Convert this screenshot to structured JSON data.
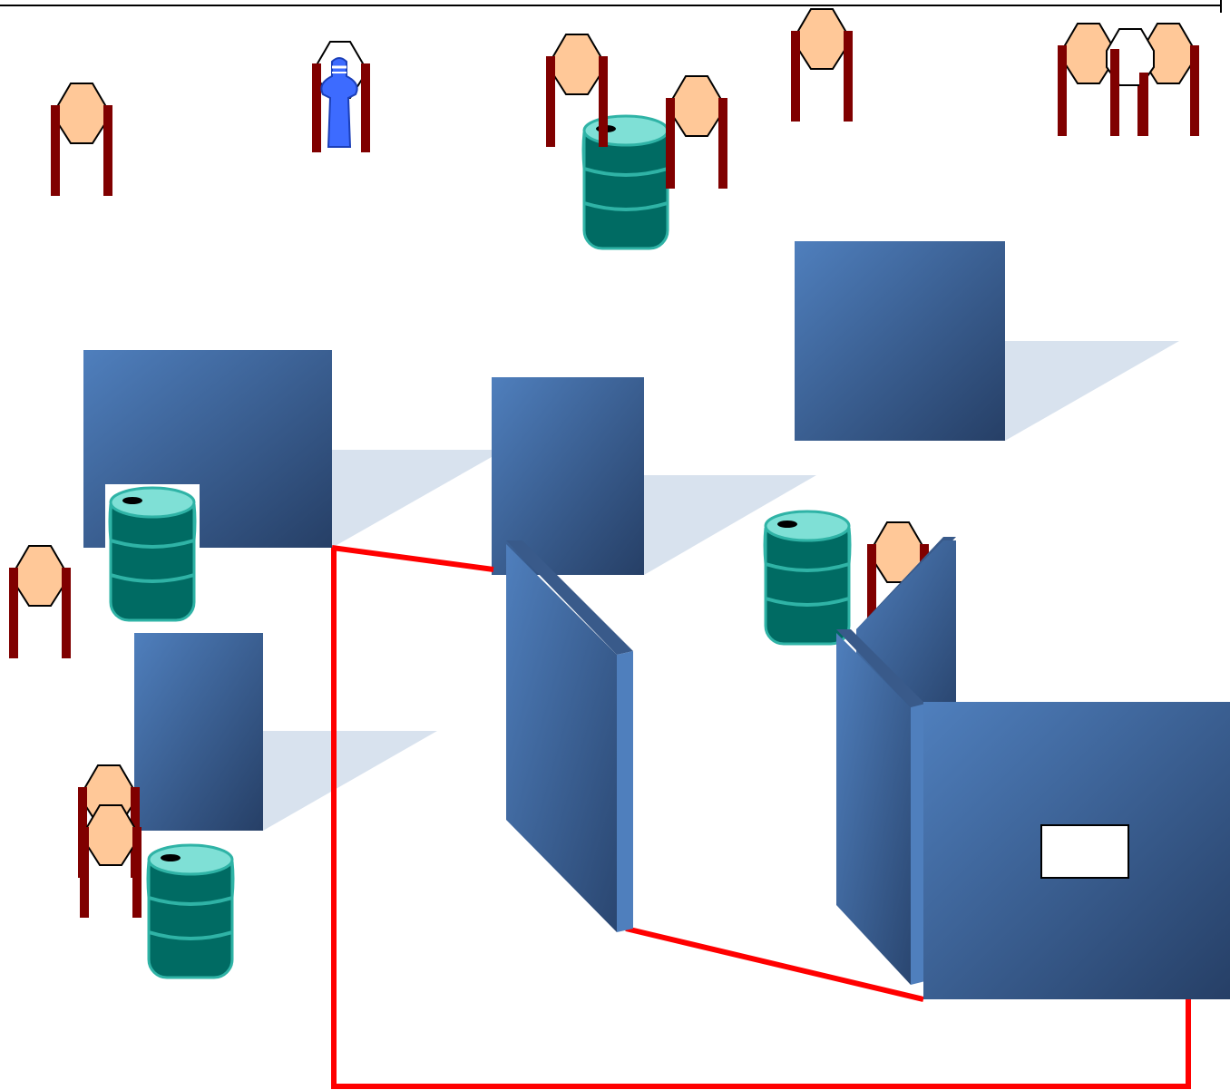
{
  "scene": {
    "colors": {
      "wall_light": "#4f7fbd",
      "wall_dark": "#263f66",
      "wall_side": "#395a8a",
      "shadow": "#d8e2ee",
      "route": "#ff0000",
      "barrel_body": "#006b63",
      "barrel_top": "#7fe0d6",
      "barrel_stroke": "#2fb3a6",
      "post": "#800000",
      "head": "#ffc898",
      "player": "#3d6bff",
      "frame": "#000000"
    },
    "buildings": [
      "building-top-right",
      "building-left",
      "building-center",
      "building-small-left",
      "building-bottom-right"
    ],
    "panels": [
      "angled-wall-center",
      "angled-wall-right-back",
      "angled-wall-right-front"
    ],
    "barrels": [
      "barrel-top-center",
      "barrel-left",
      "barrel-right",
      "barrel-bottom-left"
    ],
    "enemies": [
      "enemy-1",
      "enemy-2",
      "enemy-3",
      "enemy-4",
      "enemy-5",
      "enemy-6",
      "enemy-7",
      "enemy-8",
      "enemy-9",
      "enemy-10",
      "enemy-11"
    ],
    "player": "player-figure",
    "door": "door-rectangle",
    "route": "route-path"
  }
}
